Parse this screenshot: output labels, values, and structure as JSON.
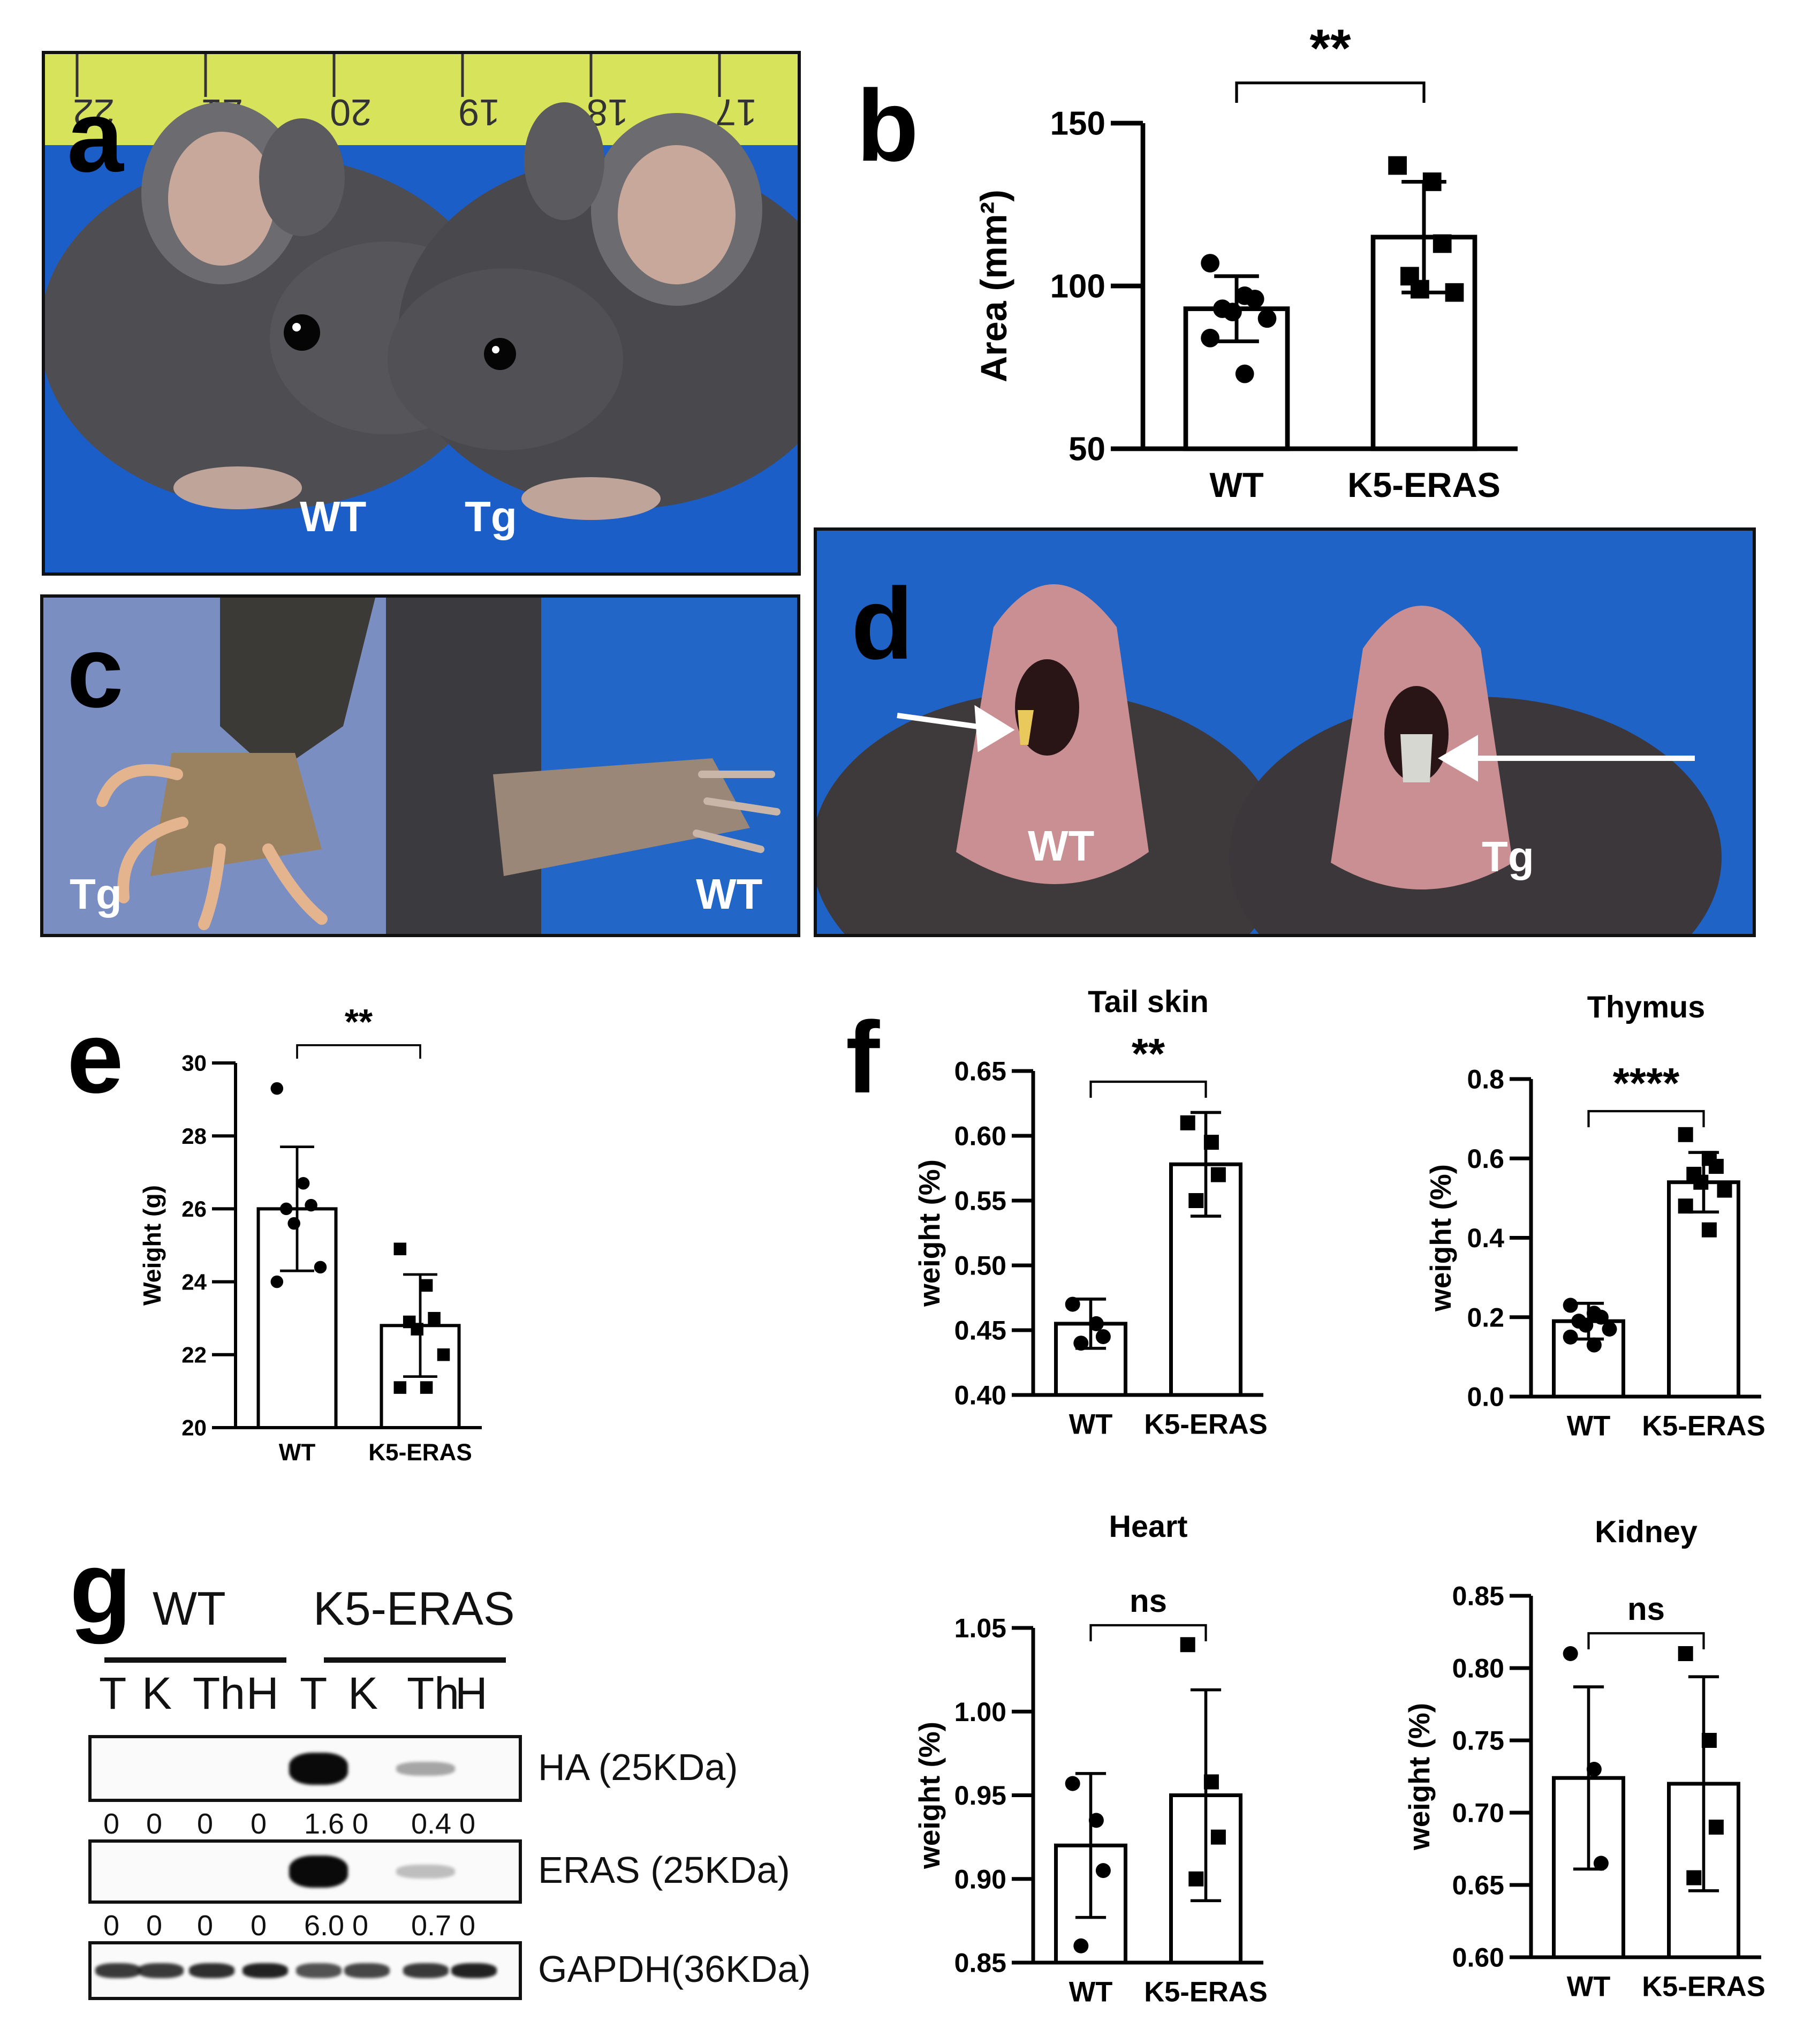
{
  "panels": {
    "a": {
      "label": "a",
      "left_label": "WT",
      "right_label": "Tg",
      "ruler_ticks": [
        "22",
        "21",
        "20",
        "19",
        "18",
        "17"
      ]
    },
    "b": {
      "label": "b"
    },
    "c": {
      "label": "c",
      "left_label": "Tg",
      "right_label": "WT"
    },
    "d": {
      "label": "d",
      "left_label": "WT",
      "right_label": "Tg"
    },
    "e": {
      "label": "e"
    },
    "f": {
      "label": "f"
    },
    "g": {
      "label": "g"
    }
  },
  "chart_data": [
    {
      "id": "b",
      "type": "bar",
      "categories": [
        "WT",
        "K5-ERAS"
      ],
      "ylabel": "Area (mm²)",
      "ylim": [
        50,
        150
      ],
      "yticks": [
        50,
        100,
        150
      ],
      "values": [
        93,
        115
      ],
      "errors": [
        10,
        17
      ],
      "points": [
        [
          107,
          97,
          96,
          93,
          92,
          90,
          84,
          73
        ],
        [
          137,
          132,
          113,
          103,
          99,
          98
        ]
      ],
      "significance": "**"
    },
    {
      "id": "e",
      "type": "bar",
      "categories": [
        "WT",
        "K5-ERAS"
      ],
      "ylabel": "Weight (g)",
      "ylim": [
        20,
        30
      ],
      "yticks": [
        20,
        22,
        24,
        26,
        28,
        30
      ],
      "values": [
        26.0,
        22.8
      ],
      "errors": [
        1.7,
        1.4
      ],
      "points": [
        [
          29.3,
          26.7,
          26.1,
          26.0,
          25.6,
          24.4,
          24.0
        ],
        [
          24.9,
          23.9,
          23.0,
          22.9,
          22.7,
          22.0,
          21.1,
          21.1
        ]
      ],
      "significance": "**"
    },
    {
      "id": "f-tail",
      "type": "bar",
      "title": "Tail skin",
      "categories": [
        "WT",
        "K5-ERAS"
      ],
      "ylabel": "weight (%)",
      "ylim": [
        0.4,
        0.65
      ],
      "yticks": [
        "0.40",
        "0.45",
        "0.50",
        "0.55",
        "0.60",
        "0.65"
      ],
      "values": [
        0.455,
        0.578
      ],
      "errors": [
        0.019,
        0.04
      ],
      "points": [
        [
          0.47,
          0.455,
          0.445,
          0.44
        ],
        [
          0.61,
          0.595,
          0.57,
          0.55
        ]
      ],
      "significance": "**"
    },
    {
      "id": "f-thymus",
      "type": "bar",
      "title": "Thymus",
      "categories": [
        "WT",
        "K5-ERAS"
      ],
      "ylabel": "weight (%)",
      "ylim": [
        0,
        0.8
      ],
      "yticks": [
        "0.0",
        "0.2",
        "0.4",
        "0.6",
        "0.8"
      ],
      "values": [
        0.19,
        0.54
      ],
      "errors": [
        0.045,
        0.075
      ],
      "points": [
        [
          0.23,
          0.21,
          0.2,
          0.19,
          0.18,
          0.17,
          0.15,
          0.13
        ],
        [
          0.66,
          0.6,
          0.58,
          0.56,
          0.54,
          0.52,
          0.48,
          0.42
        ]
      ],
      "significance": "****"
    },
    {
      "id": "f-heart",
      "type": "bar",
      "title": "Heart",
      "categories": [
        "WT",
        "K5-ERAS"
      ],
      "ylabel": "weight (%)",
      "ylim": [
        0.85,
        1.05
      ],
      "yticks": [
        "0.85",
        "0.90",
        "0.95",
        "1.00",
        "1.05"
      ],
      "values": [
        0.92,
        0.95
      ],
      "errors": [
        0.043,
        0.063
      ],
      "points": [
        [
          0.957,
          0.935,
          0.905,
          0.86
        ],
        [
          1.04,
          0.958,
          0.925,
          0.9
        ]
      ],
      "significance": "ns"
    },
    {
      "id": "f-kidney",
      "type": "bar",
      "title": "Kidney",
      "categories": [
        "WT",
        "K5-ERAS"
      ],
      "ylabel": "weight (%)",
      "ylim": [
        0.6,
        0.85
      ],
      "yticks": [
        "0.60",
        "0.65",
        "0.70",
        "0.75",
        "0.80",
        "0.85"
      ],
      "values": [
        0.724,
        0.72
      ],
      "errors": [
        0.063,
        0.074
      ],
      "points": [
        [
          0.81,
          0.73,
          0.665
        ],
        [
          0.81,
          0.75,
          0.69,
          0.655
        ]
      ],
      "significance": "ns"
    }
  ],
  "blot": {
    "groups": [
      "WT",
      "K5-ERAS"
    ],
    "lanes": [
      "T",
      "K",
      "Th",
      "H",
      "T",
      "K",
      "Th",
      "H"
    ],
    "rows": [
      {
        "label": "HA (25KDa)",
        "quant": [
          "0",
          "0",
          "0",
          "0",
          "1.6",
          "0",
          "0.4",
          "0"
        ],
        "intensity": [
          0,
          0,
          0,
          0,
          1.0,
          0,
          0.35,
          0
        ]
      },
      {
        "label": "ERAS (25KDa)",
        "quant": [
          "0",
          "0",
          "0",
          "0",
          "6.0",
          "0",
          "0.7",
          "0"
        ],
        "intensity": [
          0,
          0,
          0,
          0,
          1.0,
          0,
          0.25,
          0
        ]
      },
      {
        "label": "GAPDH(36KDa)",
        "quant": [],
        "intensity": [
          0.8,
          0.8,
          0.85,
          0.9,
          0.7,
          0.75,
          0.8,
          0.9
        ]
      }
    ]
  },
  "colors": {
    "photo_blue": "#1f5fc4",
    "mouse_gray": "#4a4a4f",
    "ruler_yellow": "#d7e35a"
  }
}
